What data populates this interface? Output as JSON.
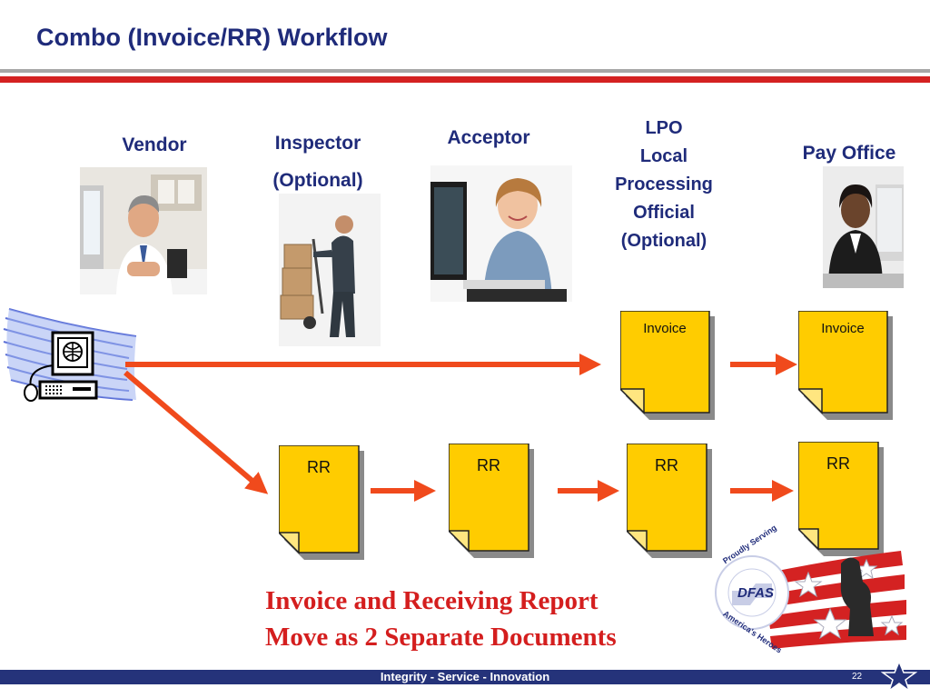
{
  "title": "Combo (Invoice/RR) Workflow",
  "roles": {
    "vendor": "Vendor",
    "inspector": [
      "Inspector",
      "(Optional)"
    ],
    "acceptor": "Acceptor",
    "lpo": [
      "LPO",
      "Local",
      "Processing",
      "Official",
      "(Optional)"
    ],
    "pay_office": "Pay Office"
  },
  "documents": {
    "invoice_label": "Invoice",
    "rr_label": "RR"
  },
  "caption": [
    "Invoice and Receiving Report",
    "Move  as 2 Separate Documents"
  ],
  "logo_text": [
    "Proudly Serving",
    "DFAS",
    "America's Heroes"
  ],
  "footer": {
    "text": "Integrity - Service - Innovation",
    "page": "22"
  },
  "colors": {
    "title": "#1f2b7a",
    "arrow": "#f04a1c",
    "doc_fill": "#ffcc00",
    "caption": "#d41e1e",
    "footer": "#25337a"
  },
  "icons": [
    "computer-workstation-icon",
    "star-icon"
  ]
}
